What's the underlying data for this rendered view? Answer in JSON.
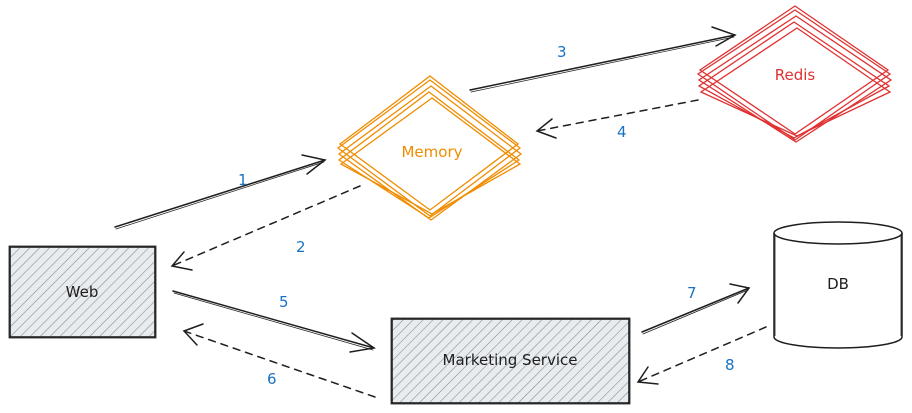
{
  "nodes": {
    "web": {
      "label": "Web"
    },
    "memory": {
      "label": "Memory",
      "color": "#f08c00"
    },
    "redis": {
      "label": "Redis",
      "color": "#e03131"
    },
    "db": {
      "label": "DB"
    },
    "marketing": {
      "label": "Marketing Service"
    }
  },
  "edges": {
    "e1": {
      "label": "1",
      "style": "solid"
    },
    "e2": {
      "label": "2",
      "style": "dashed"
    },
    "e3": {
      "label": "3",
      "style": "solid"
    },
    "e4": {
      "label": "4",
      "style": "dashed"
    },
    "e5": {
      "label": "5",
      "style": "solid"
    },
    "e6": {
      "label": "6",
      "style": "dashed"
    },
    "e7": {
      "label": "7",
      "style": "solid"
    },
    "e8": {
      "label": "8",
      "style": "dashed"
    }
  },
  "colors": {
    "stroke": "#1e1e1e",
    "number": "#1971c2",
    "memory": "#f08c00",
    "redis": "#e03131",
    "hatch": "#868e96"
  }
}
